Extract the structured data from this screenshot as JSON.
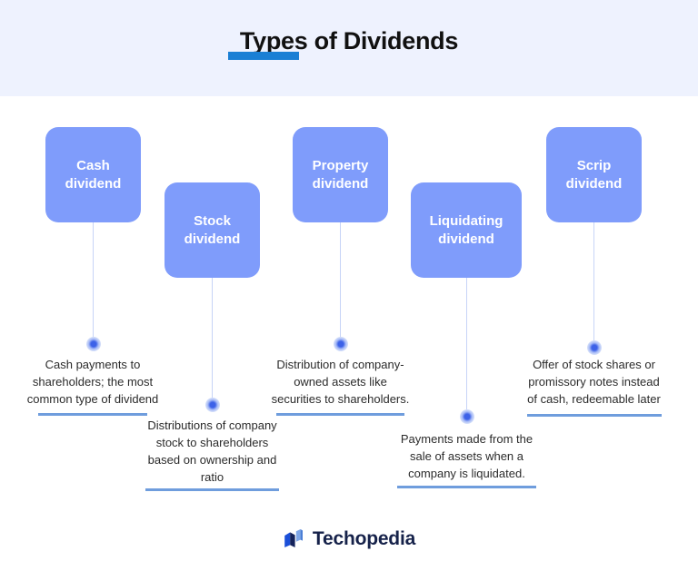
{
  "header": {
    "title": "Types of Dividends",
    "accent_color": "#1a7fd4",
    "band_color": "#eef2fe"
  },
  "theme": {
    "card_color": "#7f9cfb",
    "dot_color": "#3d62e8",
    "stem_color": "#c7d4f7",
    "underline_color": "#6f9ddd",
    "text_color": "#2b2b2b"
  },
  "branches": [
    {
      "card_label": "Cash\ndividend",
      "card_title": "Cash dividend",
      "description": "Cash payments to shareholders; the most common type of dividend"
    },
    {
      "card_label": "Stock\ndividend",
      "card_title": "Stock dividend",
      "description": "Distributions of company stock to shareholders based on ownership and ratio"
    },
    {
      "card_label": "Property\ndividend",
      "card_title": "Property dividend",
      "description": "Distribution of company-owned assets like securities to shareholders."
    },
    {
      "card_label": "Liquidating\ndividend",
      "card_title": "Liquidating dividend",
      "description": "Payments made from the sale of assets when a company is liquidated."
    },
    {
      "card_label": "Scrip\ndividend",
      "card_title": "Scrip dividend",
      "description": "Offer of stock shares or promissory notes instead of cash, redeemable later"
    }
  ],
  "footer": {
    "brand": "Techopedia",
    "logo_icon": "techopedia-logo-icon"
  }
}
